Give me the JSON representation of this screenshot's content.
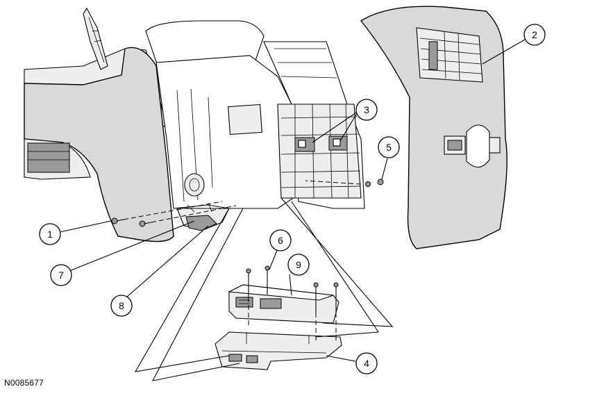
{
  "figure": {
    "id_label": "N0085677"
  },
  "callouts": [
    {
      "key": "c1",
      "label": "1"
    },
    {
      "key": "c2",
      "label": "2"
    },
    {
      "key": "c3",
      "label": "3"
    },
    {
      "key": "c4",
      "label": "4"
    },
    {
      "key": "c5",
      "label": "5"
    },
    {
      "key": "c6",
      "label": "6"
    },
    {
      "key": "c7",
      "label": "7"
    },
    {
      "key": "c8",
      "label": "8"
    },
    {
      "key": "c9",
      "label": "9"
    }
  ]
}
